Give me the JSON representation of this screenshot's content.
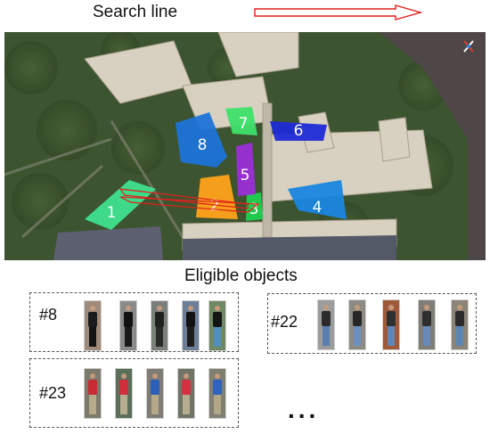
{
  "header": {
    "title": "Search line"
  },
  "map": {
    "regions": [
      {
        "id": "1",
        "color": "#3ee08e"
      },
      {
        "id": "2",
        "color": "#ffa21a"
      },
      {
        "id": "3",
        "color": "#1fcf4f"
      },
      {
        "id": "4",
        "color": "#1a86e0"
      },
      {
        "id": "5",
        "color": "#9b2fd6"
      },
      {
        "id": "6",
        "color": "#1f2bd6"
      },
      {
        "id": "7",
        "color": "#3ee06a"
      },
      {
        "id": "8",
        "color": "#1e73d8"
      }
    ],
    "search_line_color": "#e0201a"
  },
  "objects": {
    "title": "Eligible objects",
    "groups": [
      {
        "id": "#8",
        "thumbs": [
          {
            "bg": "#a08a7a",
            "torso": "#1b1b1b",
            "legs": "#141414"
          },
          {
            "bg": "#8a8a88",
            "torso": "#111111",
            "legs": "#1a1a1a"
          },
          {
            "bg": "#7a7f7a",
            "torso": "#202020",
            "legs": "#2a2a2a"
          },
          {
            "bg": "#6d7f98",
            "torso": "#121212",
            "legs": "#1e1e1e"
          },
          {
            "bg": "#6f8a62",
            "torso": "#151515",
            "legs": "#4f8fbf"
          }
        ]
      },
      {
        "id": "#22",
        "thumbs": [
          {
            "bg": "#9c9c9c",
            "torso": "#2b2b2b",
            "legs": "#5a7fae"
          },
          {
            "bg": "#8d8a84",
            "torso": "#262626",
            "legs": "#6a8fc0"
          },
          {
            "bg": "#a05a3a",
            "torso": "#303030",
            "legs": "#5f86b8"
          },
          {
            "bg": "#7f7d76",
            "torso": "#2e2e2e",
            "legs": "#6889b9"
          },
          {
            "bg": "#8c8577",
            "torso": "#2a2a2a",
            "legs": "#5c84b3"
          }
        ]
      },
      {
        "id": "#23",
        "thumbs": [
          {
            "bg": "#7c7a6c",
            "torso": "#c92b33",
            "legs": "#b7ab8b"
          },
          {
            "bg": "#5a6f5a",
            "torso": "#cf2f3a",
            "legs": "#b8ad90"
          },
          {
            "bg": "#7e7c74",
            "torso": "#2c5fb8",
            "legs": "#b3a887"
          },
          {
            "bg": "#6f7467",
            "torso": "#d43040",
            "legs": "#b6ac8e"
          },
          {
            "bg": "#817e72",
            "torso": "#2f63bd",
            "legs": "#b1a685"
          }
        ]
      }
    ],
    "more": "..."
  }
}
